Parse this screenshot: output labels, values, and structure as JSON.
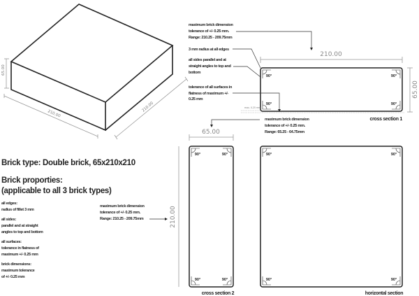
{
  "iso_view": {
    "height": "65.00",
    "length": "210.00",
    "width": "210.00"
  },
  "cross_section_1": {
    "label": "cross section 1",
    "width_dim": "210.00",
    "height_dim": "65.00",
    "flatness_mark": "max. 0.25 mm",
    "notes": [
      [
        "maximum brick dimension",
        "tolerance of +/- 0.25 mm.",
        "Range: 210.25 - 209.75mm"
      ],
      [
        "3 mm radius at all edges"
      ],
      [
        "all sides parallel and at",
        "straight angles to top and",
        "bottom"
      ],
      [
        "tolerance of all surfaces in",
        "flatness of maximum +/-",
        "0.25 mm"
      ]
    ],
    "angle": "90°"
  },
  "cross_section_2": {
    "label": "cross section 2",
    "width_dim": "65.00",
    "height_dim": "210.00",
    "note_top": [
      "maximum brick dimension",
      "tolerance of +/- 0.25 mm.",
      "Range: 65.25 - 64.75mm"
    ],
    "note_left": [
      "maximum brick dimension",
      "tolerance of +/- 0.25 mm.",
      "Range: 210.25 - 209.75mm"
    ]
  },
  "horizontal_section": {
    "label": "horizontal section"
  },
  "info": {
    "brick_type": "Brick type: Double brick, 65x210x210",
    "properties_title": "Brick proporties:",
    "properties_subtitle": "(applicable to all 3 brick types)",
    "properties": [
      [
        "all edges:",
        "radius of fillet 3 mm"
      ],
      [
        "all sides:",
        "parallel and at straight",
        "angles to top and bottom"
      ],
      [
        "all surfaces:",
        "tolerance in flatness of",
        "maximum +/- 0.25 mm"
      ],
      [
        "brick dimensions:",
        "maximum tolerance",
        "of +/- 0.25 mm"
      ]
    ]
  }
}
